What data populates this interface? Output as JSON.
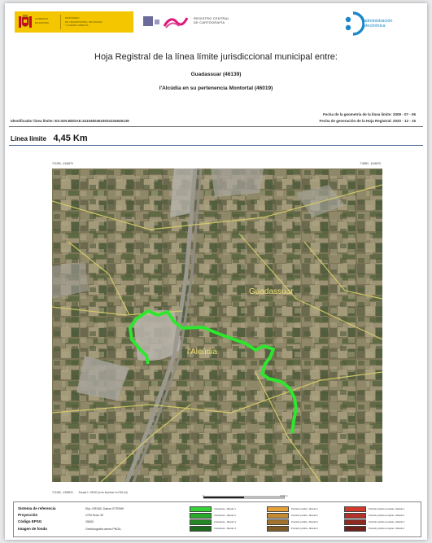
{
  "header": {
    "gov_line1": "GOBIERNO",
    "gov_line2": "DE ESPAÑA",
    "ministry_line1": "MINISTERIO",
    "ministry_line2": "DE TRANSPORTES, MOVILIDAD",
    "ministry_line3": "Y AGENDA URBANA",
    "registry_line1": "REGISTRO CENTRAL",
    "registry_line2": "DE CARTOGRAFÍA",
    "admin_line1": "administración",
    "admin_line2": "electrónica"
  },
  "title": "Hoja Registral de la línea límite jurisdiccional municipal entre:",
  "municipality_1": "Guadassuar (46139)",
  "municipality_2": "l'Alcúdia en su pertenencia Montortal (46019)",
  "identifier": "Identificador línea límite: ES.IGN.BDDAE.34104604619034104646139",
  "geometry_date": "Fecha de la geometría de la línea límite: 2009 - 07 - 06",
  "generation_date": "Fecha de generación de la Hoja Registral: 2020 - 12 - 15",
  "length_label": "Línea límite",
  "length_value": "4,45 Km",
  "map": {
    "coord_top_left": "713286 , 4346575",
    "coord_top_right": "718983 , 4346575",
    "coord_bottom_left": "713286 , 4338930",
    "scale_text": "Escala 1: 25000 (si se imprime en DIN A4)",
    "scalebar_start": "0",
    "scalebar_end": "1000 m",
    "label_north": "Guadassuar",
    "label_south": "l'Alcúdia",
    "colors": {
      "boundary": "#2fe62f",
      "roads": "#d8cf6a"
    }
  },
  "legend": {
    "keys": {
      "reference_system": "Sistema de referencia",
      "projection": "Proyección",
      "epsg": "Código EPSG",
      "background": "Imagen de fondo"
    },
    "values": {
      "reference_system": "Elip.:GRS80, Datum ETRS89",
      "projection": "UTM Huso 30",
      "epsg": "25830",
      "background": "Ortofotografía aérea PNOA"
    },
    "rows": [
      [
        {
          "label": "Coincidente - Método 1",
          "color": "#35d135"
        },
        {
          "label": "Precisión jurídica - Método 1",
          "color": "#e6a13a"
        },
        {
          "label": "Precisión jurídica completa - Método 1",
          "color": "#d23b2b"
        }
      ],
      [
        {
          "label": "Coincidente - Método 2",
          "color": "#2aa92a"
        },
        {
          "label": "Precisión jurídica - Método 2",
          "color": "#c48a34"
        },
        {
          "label": "Precisión jurídica completa - Método 2",
          "color": "#b3332a"
        }
      ],
      [
        {
          "label": "Coincidente - Método 3",
          "color": "#238a23"
        },
        {
          "label": "Precisión jurídica - Método 3",
          "color": "#a2732c"
        },
        {
          "label": "Precisión jurídica completa - Método 3",
          "color": "#8e2a22"
        }
      ],
      [
        {
          "label": "Coincidente - Método 4",
          "color": "#1c6a1c"
        },
        {
          "label": "Precisión jurídica - Método 4",
          "color": "#7f5c25"
        },
        {
          "label": "Precisión jurídica completa - Método 4",
          "color": "#6e211b"
        }
      ]
    ]
  }
}
